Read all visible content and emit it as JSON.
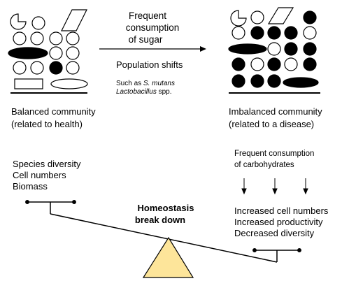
{
  "arrow_label": {
    "line1": "Frequent",
    "line2": "consumption",
    "line3": "of sugar"
  },
  "shift": {
    "title": "Population shifts",
    "note_prefix": "Such as ",
    "note_species1": "S. mutans",
    "note_species2": "Lactobacillus",
    "note_suffix": " spp."
  },
  "left_community": {
    "label_line1": "Balanced community",
    "label_line2": "(related to health)"
  },
  "right_community": {
    "label_line1": "Imbalanced community",
    "label_line2": "(related to a disease)"
  },
  "left_pan": {
    "line1": "Species diversity",
    "line2": "Cell numbers",
    "line3": "Biomass"
  },
  "right_pan": {
    "cause_line1": "Frequent consumption",
    "cause_line2": "of carbohydrates",
    "effect1": "Increased cell numbers",
    "effect2": "Increased productivity",
    "effect3": "Decreased diversity"
  },
  "fulcrum": {
    "line1": "Homeostasis",
    "line2": "break down",
    "color": "#fde59a"
  }
}
